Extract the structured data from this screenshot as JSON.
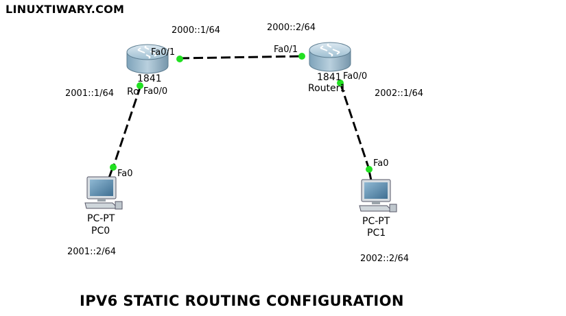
{
  "watermark": "LINUXTIWARY.COM",
  "title": "IPV6 STATIC ROUTING CONFIGURATION",
  "colors": {
    "link": "#000000",
    "port": "#22e022",
    "router_body": "#8fb4c9",
    "pc_screen": "#5d8fb0"
  },
  "devices": {
    "router0": {
      "model": "1841",
      "name": "Ro",
      "icon": "router-icon"
    },
    "router1": {
      "model": "1841",
      "name": "Router1",
      "icon": "router-icon"
    },
    "pc0": {
      "model": "PC-PT",
      "name": "PC0",
      "icon": "pc-icon"
    },
    "pc1": {
      "model": "PC-PT",
      "name": "PC1",
      "icon": "pc-icon"
    }
  },
  "interfaces": {
    "r0_fa01": "Fa0/1",
    "r0_fa00": "Fa0/0",
    "r1_fa01": "Fa0/1",
    "r1_fa00": "Fa0/0",
    "pc0_fa0": "Fa0",
    "pc1_fa0": "Fa0"
  },
  "addresses": {
    "r0_fa01": "2000::1/64",
    "r1_fa01": "2000::2/64",
    "r0_fa00": "2001::1/64",
    "pc0": "2001::2/64",
    "r1_fa00": "2002::1/64",
    "pc1": "2002::2/64"
  }
}
